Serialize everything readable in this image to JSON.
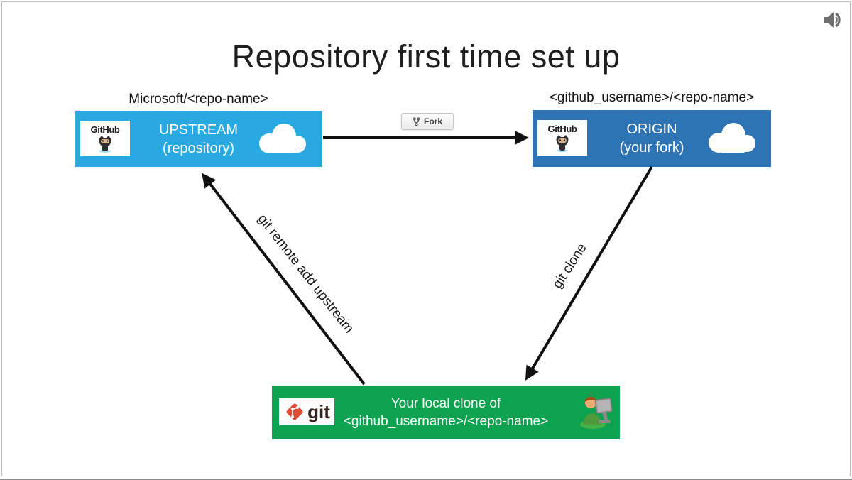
{
  "slide": {
    "title": "Repository first time set up"
  },
  "diagram": {
    "nodes": {
      "upstream": {
        "label_above": "Microsoft/<repo-name>",
        "title": "UPSTREAM",
        "subtitle": "(repository)",
        "color": "#29A9E1",
        "logo": "GitHub"
      },
      "origin": {
        "label_above": "<github_username>/<repo-name>",
        "title": "ORIGIN",
        "subtitle": "(your fork)",
        "color": "#2E74B5",
        "logo": "GitHub"
      },
      "local": {
        "title": "Your local clone of",
        "subtitle": "<github_username>/<repo-name>",
        "color": "#0CA24F",
        "logo": "git",
        "git_logo_color": "#DE4B37"
      }
    },
    "edges": {
      "fork": {
        "button_label": "Fork"
      },
      "clone": {
        "label": "git clone"
      },
      "remote": {
        "label": "git remote add upstream"
      }
    },
    "arrow_color": "#111111"
  },
  "icons": {
    "audio": "speaker-icon",
    "cloud": "cloud-icon",
    "octocat": "octocat-icon",
    "git_diamond": "git-logo-icon",
    "fork": "fork-icon",
    "person": "person-at-computer-icon"
  }
}
